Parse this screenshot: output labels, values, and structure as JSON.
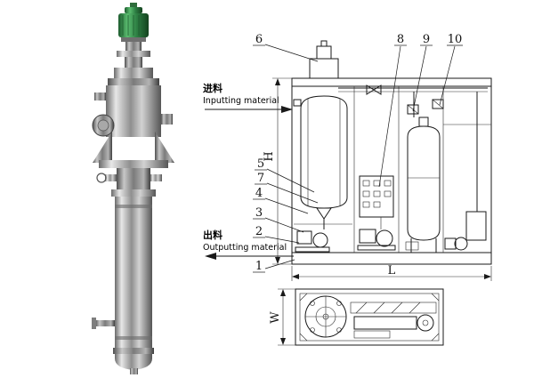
{
  "figure": {
    "background": "#ffffff",
    "line_color": "#1a1a1a"
  },
  "photo": {
    "motor_color": "#2e8044",
    "body_color": "#9a9a9a"
  },
  "diagram": {
    "callouts": {
      "c1": "1",
      "c2": "2",
      "c3": "3",
      "c4": "4",
      "c5": "5",
      "c6": "6",
      "c7": "7",
      "c8": "8",
      "c9": "9",
      "c10": "10"
    },
    "labels": {
      "feed_cn": "进料",
      "feed_en": "Inputting material",
      "discharge_cn": "出料",
      "discharge_en": "Outputting material",
      "dim_height": "H",
      "dim_length": "L",
      "dim_width": "W"
    }
  }
}
